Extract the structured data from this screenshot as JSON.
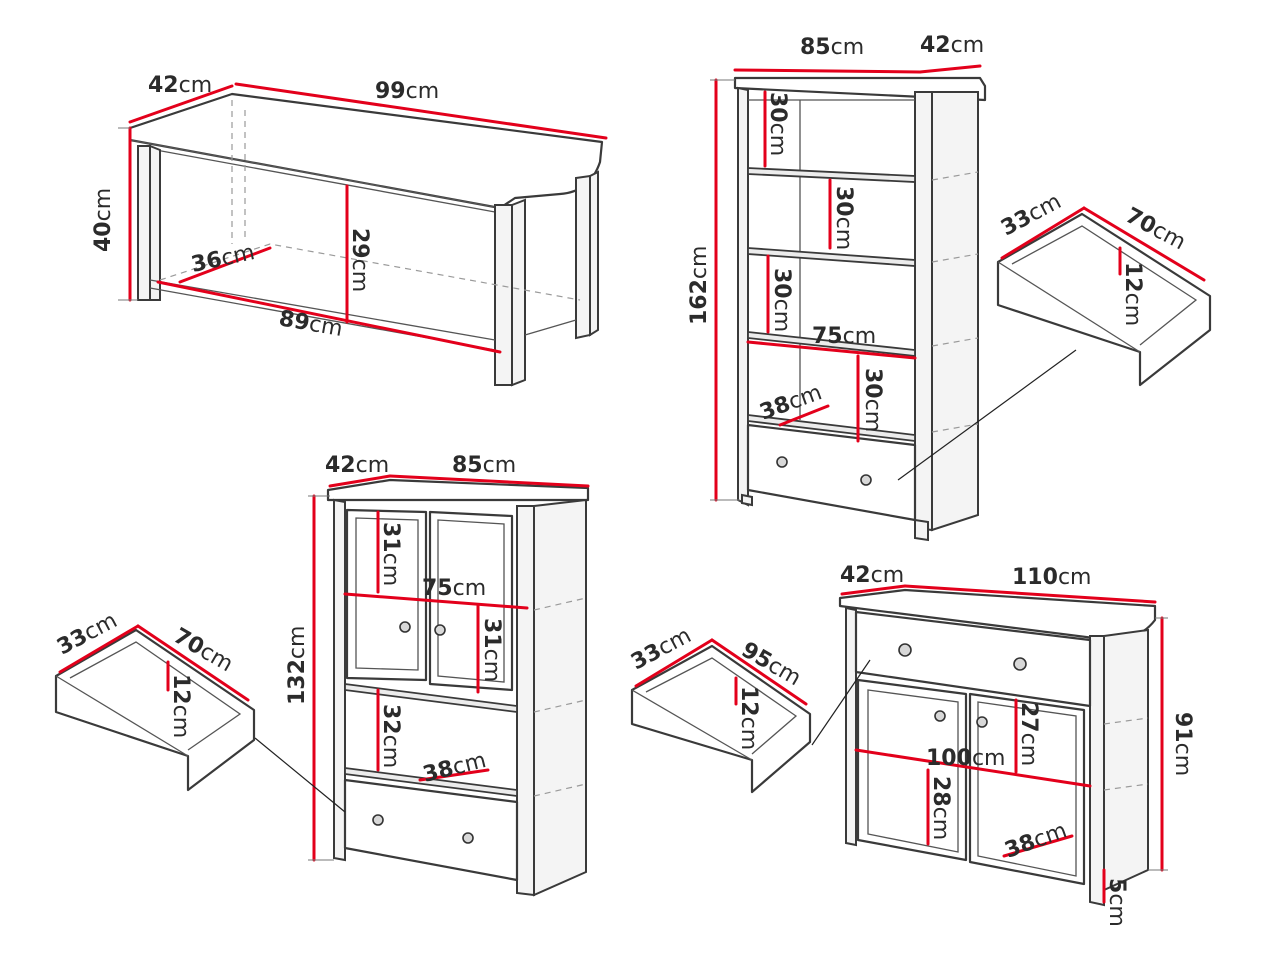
{
  "unit": "cm",
  "bench": {
    "depth": "42",
    "width": "99",
    "height": "40",
    "inner_height": "29",
    "inner_depth": "36",
    "inner_width": "89"
  },
  "bookcase": {
    "width": "85",
    "depth": "42",
    "height": "162",
    "shelf_1": "30",
    "shelf_2": "30",
    "shelf_3": "30",
    "shelf_4": "30",
    "inner_width": "75",
    "inner_depth": "38",
    "drawer": {
      "depth": "33",
      "width": "70",
      "height": "12"
    }
  },
  "cabinet": {
    "depth": "42",
    "width": "85",
    "height": "132",
    "upper_1": "31",
    "upper_2": "31",
    "inner_width": "75",
    "lower": "32",
    "inner_depth": "38",
    "drawer": {
      "depth": "33",
      "width": "70",
      "height": "12"
    }
  },
  "sideboard": {
    "depth": "42",
    "width": "110",
    "height": "91",
    "upper": "27",
    "inner_width": "100",
    "lower": "28",
    "inner_depth": "38",
    "leg": "5",
    "drawer": {
      "depth": "33",
      "width": "95",
      "height": "12"
    }
  }
}
